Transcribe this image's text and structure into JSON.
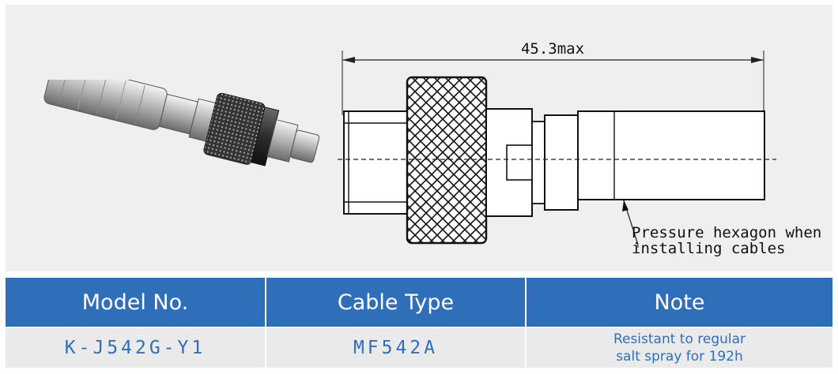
{
  "drawing": {
    "dimension_label": "45.3max",
    "callout_line1": "Pressure hexagon when",
    "callout_line2": "installing cables"
  },
  "table": {
    "headers": [
      "Model No.",
      "Cable Type",
      "Note"
    ],
    "row": {
      "model": "K-J542G-Y1",
      "cable_type": "MF542A",
      "note_line1": "Resistant to regular",
      "note_line2": "salt spray for 192h"
    }
  },
  "colors": {
    "header_bg": "#2f6fba",
    "header_text": "#ffffff",
    "cell_bg": "#eaeaea",
    "cell_text": "#2f6fba",
    "panel_bg": "#efefef"
  }
}
